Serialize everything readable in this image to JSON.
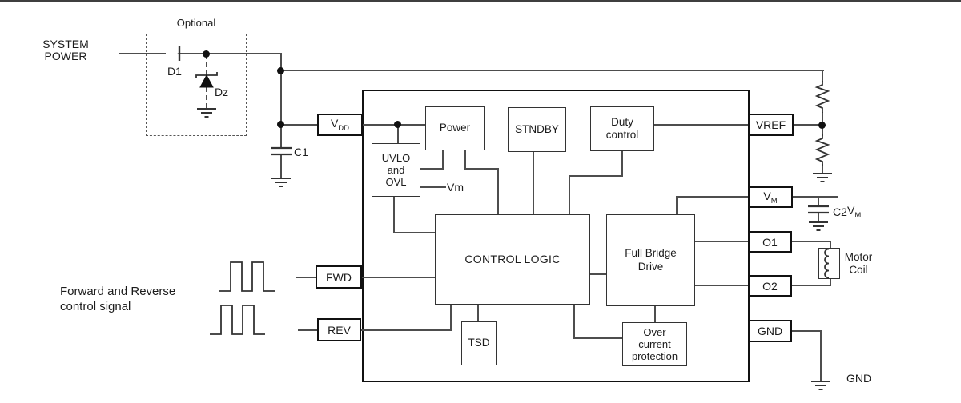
{
  "external": {
    "system_power": "SYSTEM\nPOWER",
    "optional": "Optional",
    "d1": "D1",
    "dz": "Dz",
    "c1": "C1",
    "c2": "C2",
    "vm_terminal": {
      "base": "V",
      "sub": "M"
    },
    "motor_coil": "Motor\nCoil",
    "gnd": "GND",
    "control_signal": "Forward and Reverse\ncontrol signal"
  },
  "ic": {
    "pins": {
      "vdd": {
        "base": "V",
        "sub": "DD"
      },
      "fwd": "FWD",
      "rev": "REV",
      "vref": "VREF",
      "vm": {
        "base": "V",
        "sub": "M"
      },
      "o1": "O1",
      "o2": "O2",
      "gnd": "GND"
    },
    "blocks": {
      "power": "Power",
      "uvlo_ovl": "UVLO\nand\nOVL",
      "stndby": "STNDBY",
      "duty_control": "Duty\ncontrol",
      "control_logic": "CONTROL LOGIC",
      "full_bridge": "Full Bridge\nDrive",
      "tsd": "TSD",
      "over_current": "Over\ncurrent\nprotection"
    },
    "vm_internal": "Vm"
  },
  "colors": {
    "line": "#4d4d4d",
    "ink": "#1c1c1c",
    "background": "#ffffff"
  }
}
